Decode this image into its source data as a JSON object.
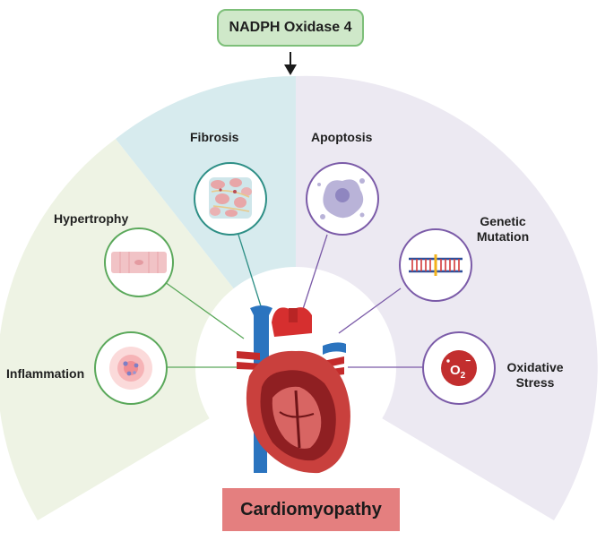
{
  "diagram": {
    "top_node": "NADPH Oxidase 4",
    "center_node": "Cardiomyopathy",
    "factors": [
      {
        "label": "Fibrosis",
        "icon": "fibrosis-tissue-icon"
      },
      {
        "label": "Apoptosis",
        "icon": "apoptotic-cell-icon"
      },
      {
        "label": "Hypertrophy",
        "icon": "muscle-fiber-icon"
      },
      {
        "label": "Genetic\nMutation",
        "line1": "Genetic",
        "line2": "Mutation",
        "icon": "dna-strand-icon"
      },
      {
        "label": "Inflammation",
        "icon": "inflammation-icon"
      },
      {
        "label": "Oxidative\nStress",
        "line1": "Oxidative",
        "line2": "Stress",
        "icon": "superoxide-icon"
      }
    ],
    "superoxide_symbol": "O",
    "superoxide_subscript": "2",
    "superoxide_charge": "−",
    "colors": {
      "green_sector": "#eef3e4",
      "blue_sector": "#d7ebee",
      "purple_sector": "#ece9f2",
      "green_stroke": "#5aa85a",
      "teal_stroke": "#2e8f86",
      "purple_stroke": "#7b5ba8",
      "top_box_fill": "#cfe8c9",
      "bottom_box_fill": "#e47f7f"
    }
  }
}
